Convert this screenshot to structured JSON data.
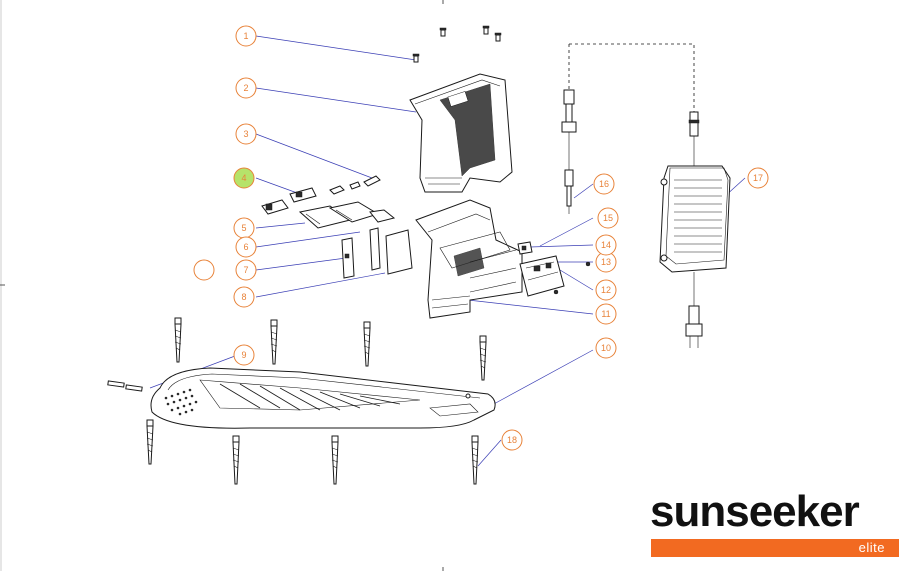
{
  "callouts": [
    {
      "label": "1"
    },
    {
      "label": "2"
    },
    {
      "label": "3"
    },
    {
      "label": "4"
    },
    {
      "label": "5"
    },
    {
      "label": "6"
    },
    {
      "label": "7"
    },
    {
      "label": "8"
    },
    {
      "label": "9"
    },
    {
      "label": "10"
    },
    {
      "label": "11"
    },
    {
      "label": "12"
    },
    {
      "label": "13"
    },
    {
      "label": "14"
    },
    {
      "label": "15"
    },
    {
      "label": "16"
    },
    {
      "label": "17"
    },
    {
      "label": "18"
    },
    {
      "label": ""
    }
  ],
  "highlighted_callout": "4",
  "colors": {
    "callout": "#e8833a",
    "leader": "#3b3fb5",
    "highlight": "#b6e36a",
    "logo_bar": "#f26a21",
    "logo_text": "#111111"
  },
  "logo": {
    "wordmark": "sunseeker",
    "subtitle": "elite"
  }
}
